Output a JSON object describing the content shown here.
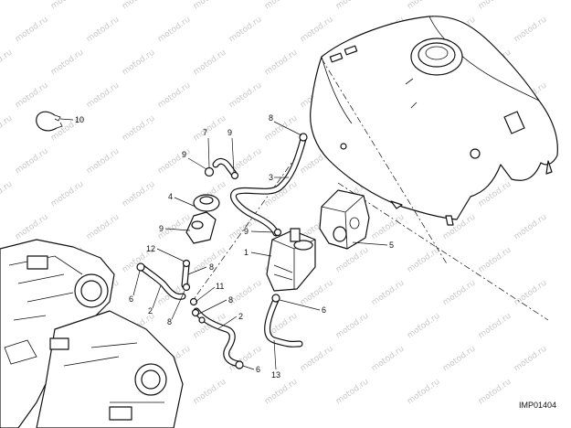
{
  "watermark": {
    "text": "motod.ru"
  },
  "diagram_code": "IMP01404",
  "callouts": [
    {
      "id": "c10",
      "text": "10"
    },
    {
      "id": "c7",
      "text": "7"
    },
    {
      "id": "c9a",
      "text": "9"
    },
    {
      "id": "c8a",
      "text": "8"
    },
    {
      "id": "c9b",
      "text": "9"
    },
    {
      "id": "c3",
      "text": "3"
    },
    {
      "id": "c4",
      "text": "4"
    },
    {
      "id": "c9c",
      "text": "9"
    },
    {
      "id": "c9d",
      "text": "9"
    },
    {
      "id": "c1",
      "text": "1"
    },
    {
      "id": "c5",
      "text": "5"
    },
    {
      "id": "c12",
      "text": "12"
    },
    {
      "id": "c8b",
      "text": "8"
    },
    {
      "id": "c11",
      "text": "11"
    },
    {
      "id": "c6a",
      "text": "6"
    },
    {
      "id": "c2a",
      "text": "2"
    },
    {
      "id": "c8c",
      "text": "8"
    },
    {
      "id": "c8d",
      "text": "8"
    },
    {
      "id": "c2b",
      "text": "2"
    },
    {
      "id": "c6b",
      "text": "6"
    },
    {
      "id": "c13",
      "text": "13"
    },
    {
      "id": "c6c",
      "text": "6"
    }
  ]
}
